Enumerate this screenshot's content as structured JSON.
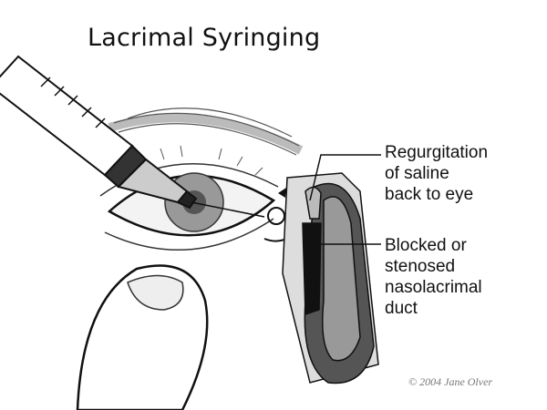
{
  "title": "Lacrimal Syringing",
  "labels": {
    "regurgitation": [
      "Regurgitation",
      "of saline",
      "back to eye"
    ],
    "blocked": [
      "Blocked or",
      "stenosed",
      "nasolacrimal",
      "duct"
    ]
  },
  "copyright": "© 2004 Jane Olver"
}
